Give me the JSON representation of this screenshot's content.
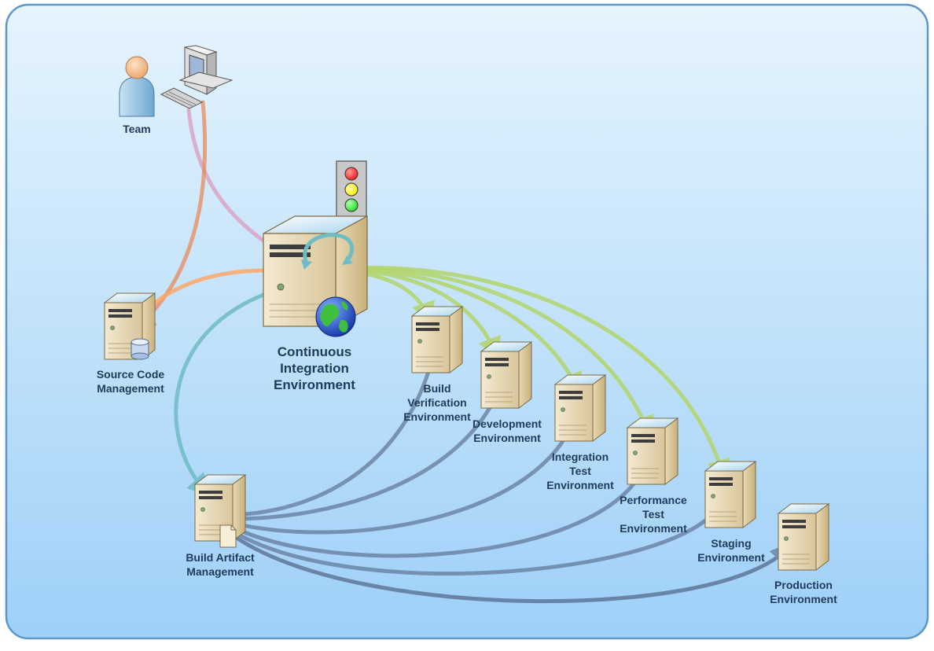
{
  "nodes": {
    "team": "Team",
    "source_code": "Source Code\nManagement",
    "ci": "Continuous\nIntegration\nEnvironment",
    "build_verification": "Build\nVerification\nEnvironment",
    "development": "Development\nEnvironment",
    "integration_test": "Integration\nTest\nEnvironment",
    "performance_test": "Performance\nTest\nEnvironment",
    "staging": "Staging\nEnvironment",
    "production": "Production\nEnvironment",
    "build_artifact": "Build Artifact\nManagement"
  },
  "colors": {
    "background_top": "#e6f4fd",
    "background_bottom": "#9ed0f8",
    "frame_border": "#5c97c8",
    "label_text": "#1f3a5a",
    "deploy_arrow": "#5a6c8e",
    "build_arrow": "#b3d56a",
    "team_arrow": "#d9a0c0",
    "scm_arrow": "#ffa866",
    "artifact_arrow": "#6fbcc4",
    "traffic_red": "#ff1a1a",
    "traffic_yellow": "#ffee00",
    "traffic_green": "#22e022"
  }
}
